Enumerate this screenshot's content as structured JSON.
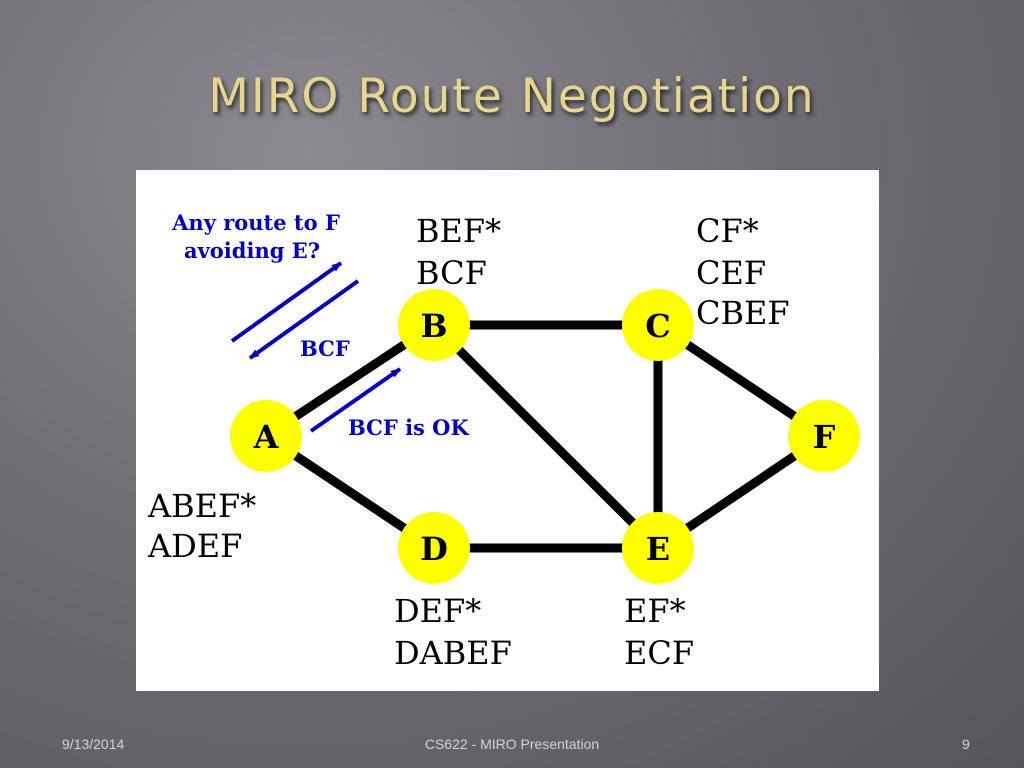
{
  "slide": {
    "title": "MIRO Route Negotiation"
  },
  "diagram": {
    "nodes": [
      {
        "id": "A",
        "label": "A"
      },
      {
        "id": "B",
        "label": "B"
      },
      {
        "id": "C",
        "label": "C"
      },
      {
        "id": "D",
        "label": "D"
      },
      {
        "id": "E",
        "label": "E"
      },
      {
        "id": "F",
        "label": "F"
      }
    ],
    "edges": [
      [
        "A",
        "B"
      ],
      [
        "A",
        "D"
      ],
      [
        "B",
        "C"
      ],
      [
        "B",
        "E"
      ],
      [
        "C",
        "E"
      ],
      [
        "C",
        "F"
      ],
      [
        "D",
        "E"
      ],
      [
        "E",
        "F"
      ]
    ],
    "route_tables": {
      "A": [
        "ABEF*",
        "ADEF"
      ],
      "B": [
        "BEF*",
        "BCF"
      ],
      "C": [
        "CF*",
        "CEF",
        "CBEF"
      ],
      "D": [
        "DEF*",
        "DABEF"
      ],
      "E": [
        "EF*",
        "ECF"
      ]
    },
    "messages": {
      "request_line1": "Any route to F",
      "request_line2": "avoiding E?",
      "reply": "BCF",
      "confirm": "BCF is OK"
    },
    "colors": {
      "node_fill": "#ffff00",
      "edge": "#000000",
      "message_arrows": "#0000cc"
    }
  },
  "footer": {
    "date": "9/13/2014",
    "center": "CS622 - MIRO Presentation",
    "page": "9"
  }
}
